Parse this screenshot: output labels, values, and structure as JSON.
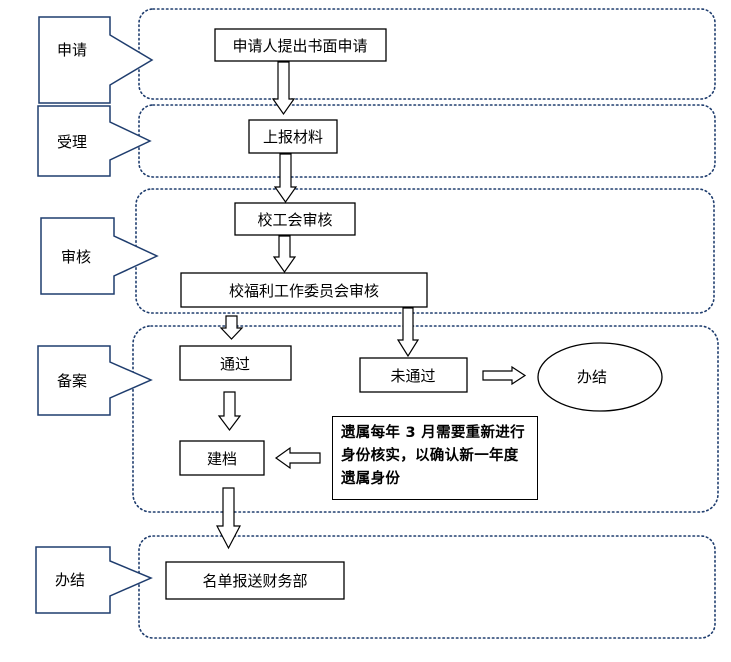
{
  "stages": {
    "apply": "申请",
    "accept": "受理",
    "review": "审核",
    "record": "备案",
    "finish": "办结"
  },
  "steps": {
    "submit_application": "申请人提出书面申请",
    "report_materials": "上报材料",
    "union_review": "校工会审核",
    "welfare_committee_review": "校福利工作委员会审核",
    "passed": "通过",
    "not_passed": "未通过",
    "closed": "办结",
    "archive": "建档",
    "send_list": "名单报送财务部"
  },
  "note": "遗属每年 3 月需要重新进行身份核实，以确认新一年度遗属身份",
  "colors": {
    "dotted_border": "#1f3d6e",
    "box_border": "#000000",
    "text": "#000000"
  }
}
